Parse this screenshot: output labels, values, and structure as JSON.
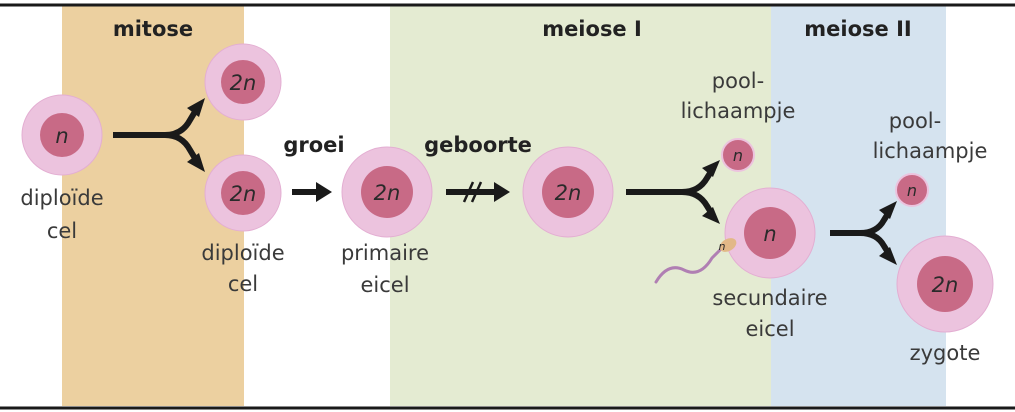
{
  "phases": {
    "mitosis": "mitose",
    "meiosis1": "meiose I",
    "meiosis2": "meiose II"
  },
  "steps": {
    "growth": "groei",
    "birth": "geboorte"
  },
  "cells": {
    "start": {
      "ploidy": "n",
      "label_line1": "diploïde",
      "label_line2": "cel"
    },
    "mitosis_top": {
      "ploidy": "2n"
    },
    "mitosis_bottom": {
      "ploidy": "2n",
      "label_line1": "diploïde",
      "label_line2": "cel"
    },
    "primary_egg": {
      "ploidy": "2n",
      "label_line1": "primaire",
      "label_line2": "eicel"
    },
    "after_birth": {
      "ploidy": "2n"
    },
    "polar_body_1": {
      "ploidy": "n",
      "label_line1": "pool-",
      "label_line2": "lichaampje"
    },
    "secondary_egg": {
      "ploidy": "n",
      "label_line1": "secundaire",
      "label_line2": "eicel"
    },
    "sperm": {
      "ploidy": "n"
    },
    "polar_body_2": {
      "ploidy": "n",
      "label_line1": "pool-",
      "label_line2": "lichaampje"
    },
    "zygote": {
      "ploidy": "2n",
      "label": "zygote"
    }
  },
  "colors": {
    "mitosis_band": "#ecd0a0",
    "meiosis1_band": "#e4ebd2",
    "meiosis2_band": "#d5e3ef",
    "cell_outer": "#ecc3de",
    "cell_nucleus": "#c86a86",
    "arrow": "#1a1a1a",
    "sperm": "#b07fb3"
  }
}
